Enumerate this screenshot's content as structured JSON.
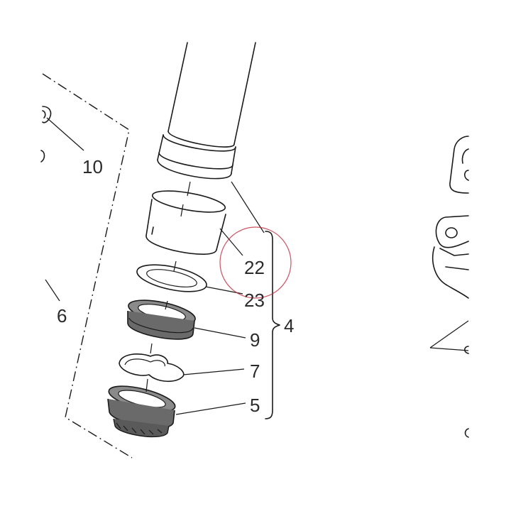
{
  "callouts": {
    "c10": "10",
    "c6": "6",
    "c22": "22",
    "c23": "23",
    "c9": "9",
    "c7": "7",
    "c5": "5",
    "c4": "4"
  },
  "colors": {
    "line": "#1a1a1a",
    "part_gray": "#8a8a8a",
    "part_dark_gray": "#5a5a5a",
    "highlight_circle": "#c0283c"
  }
}
